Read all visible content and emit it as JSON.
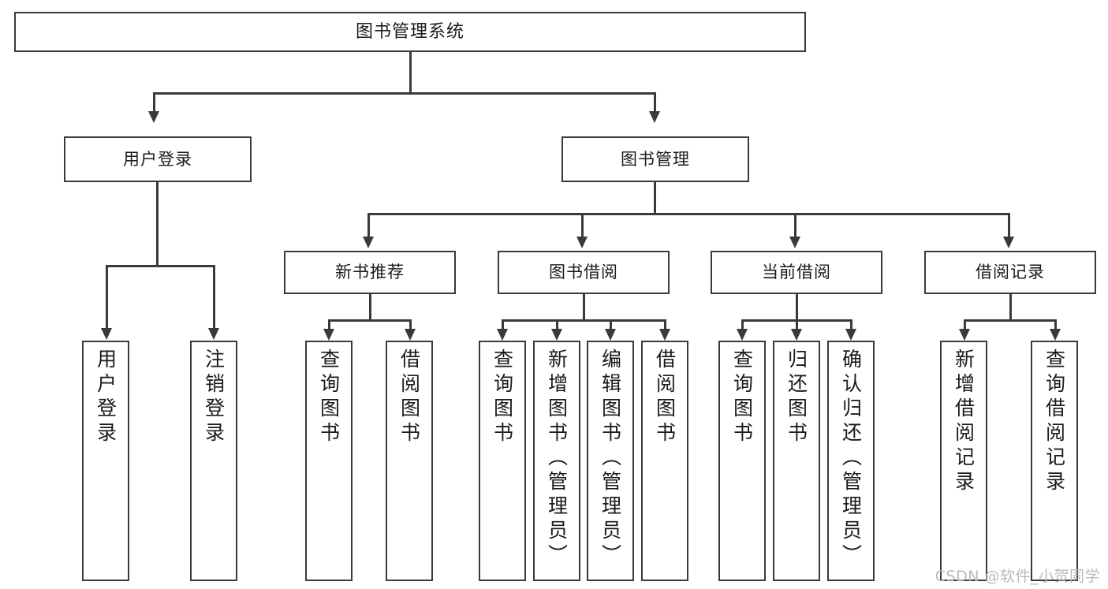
{
  "diagram": {
    "title": "图书管理系统",
    "type": "tree",
    "watermark": "CSDN @软件_小贺同学",
    "colors": {
      "stroke": "#3a3a3a",
      "text": "#1a1a1a",
      "background": "#ffffff",
      "watermark": "#b9b9b9"
    },
    "root": {
      "label": "图书管理系统"
    },
    "level2": [
      {
        "label": "用户登录"
      },
      {
        "label": "图书管理"
      }
    ],
    "level3": [
      {
        "label": "新书推荐"
      },
      {
        "label": "图书借阅"
      },
      {
        "label": "当前借阅"
      },
      {
        "label": "借阅记录"
      }
    ],
    "leaves": {
      "user_login": [
        {
          "label": "用户登录"
        },
        {
          "label": "注销登录"
        }
      ],
      "new_book_recommend": [
        {
          "label": "查询图书"
        },
        {
          "label": "借阅图书"
        }
      ],
      "book_borrow": [
        {
          "label": "查询图书"
        },
        {
          "label": "新增图书（管理员）"
        },
        {
          "label": "编辑图书（管理员）"
        },
        {
          "label": "借阅图书"
        }
      ],
      "current_borrow": [
        {
          "label": "查询图书"
        },
        {
          "label": "归还图书"
        },
        {
          "label": "确认归还（管理员）"
        }
      ],
      "borrow_record": [
        {
          "label": "新增借阅记录"
        },
        {
          "label": "查询借阅记录"
        }
      ]
    }
  }
}
